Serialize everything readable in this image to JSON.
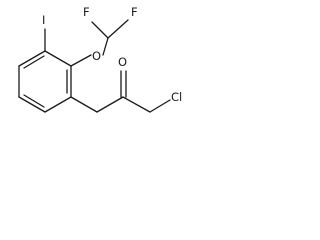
{
  "molecule": {
    "atoms": [
      {
        "id": "f1",
        "symbol": "F"
      },
      {
        "id": "f2",
        "symbol": "F"
      },
      {
        "id": "i",
        "symbol": "I"
      },
      {
        "id": "o_ether",
        "symbol": "O"
      },
      {
        "id": "o_carbonyl",
        "symbol": "O"
      },
      {
        "id": "cl",
        "symbol": "Cl"
      }
    ]
  }
}
